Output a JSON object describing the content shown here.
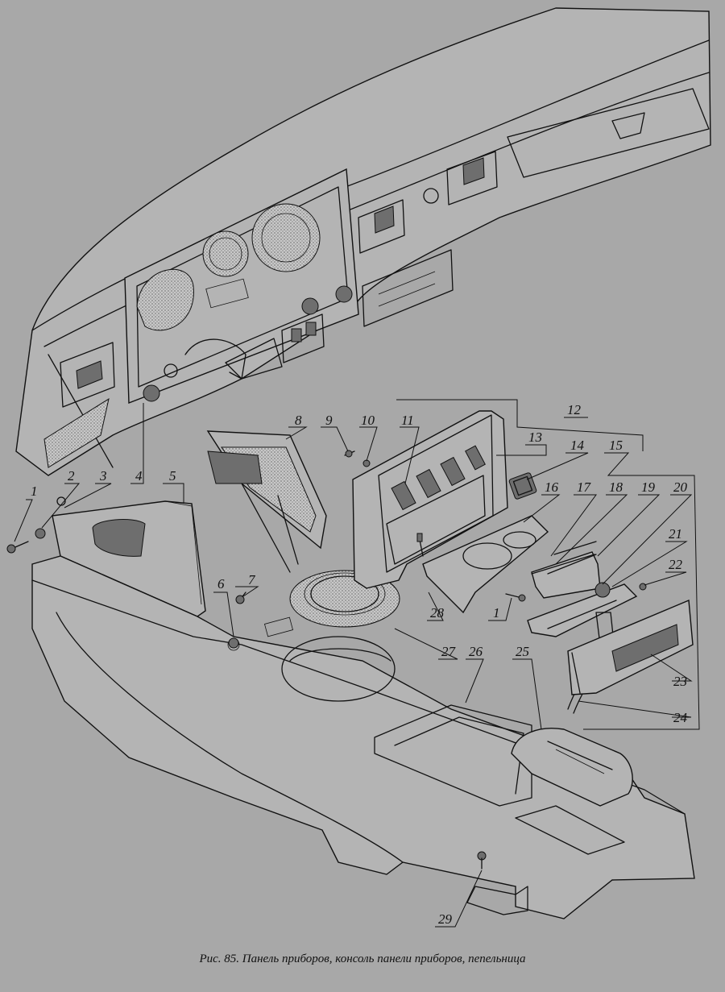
{
  "caption": "Рис. 85. Панель приборов, консоль панели приборов, пепельница",
  "callouts": [
    "1",
    "2",
    "3",
    "4",
    "5",
    "6",
    "7",
    "8",
    "9",
    "10",
    "11",
    "12",
    "13",
    "14",
    "15",
    "16",
    "17",
    "18",
    "19",
    "20",
    "21",
    "22",
    "23",
    "24",
    "25",
    "26",
    "27",
    "28",
    "29"
  ]
}
